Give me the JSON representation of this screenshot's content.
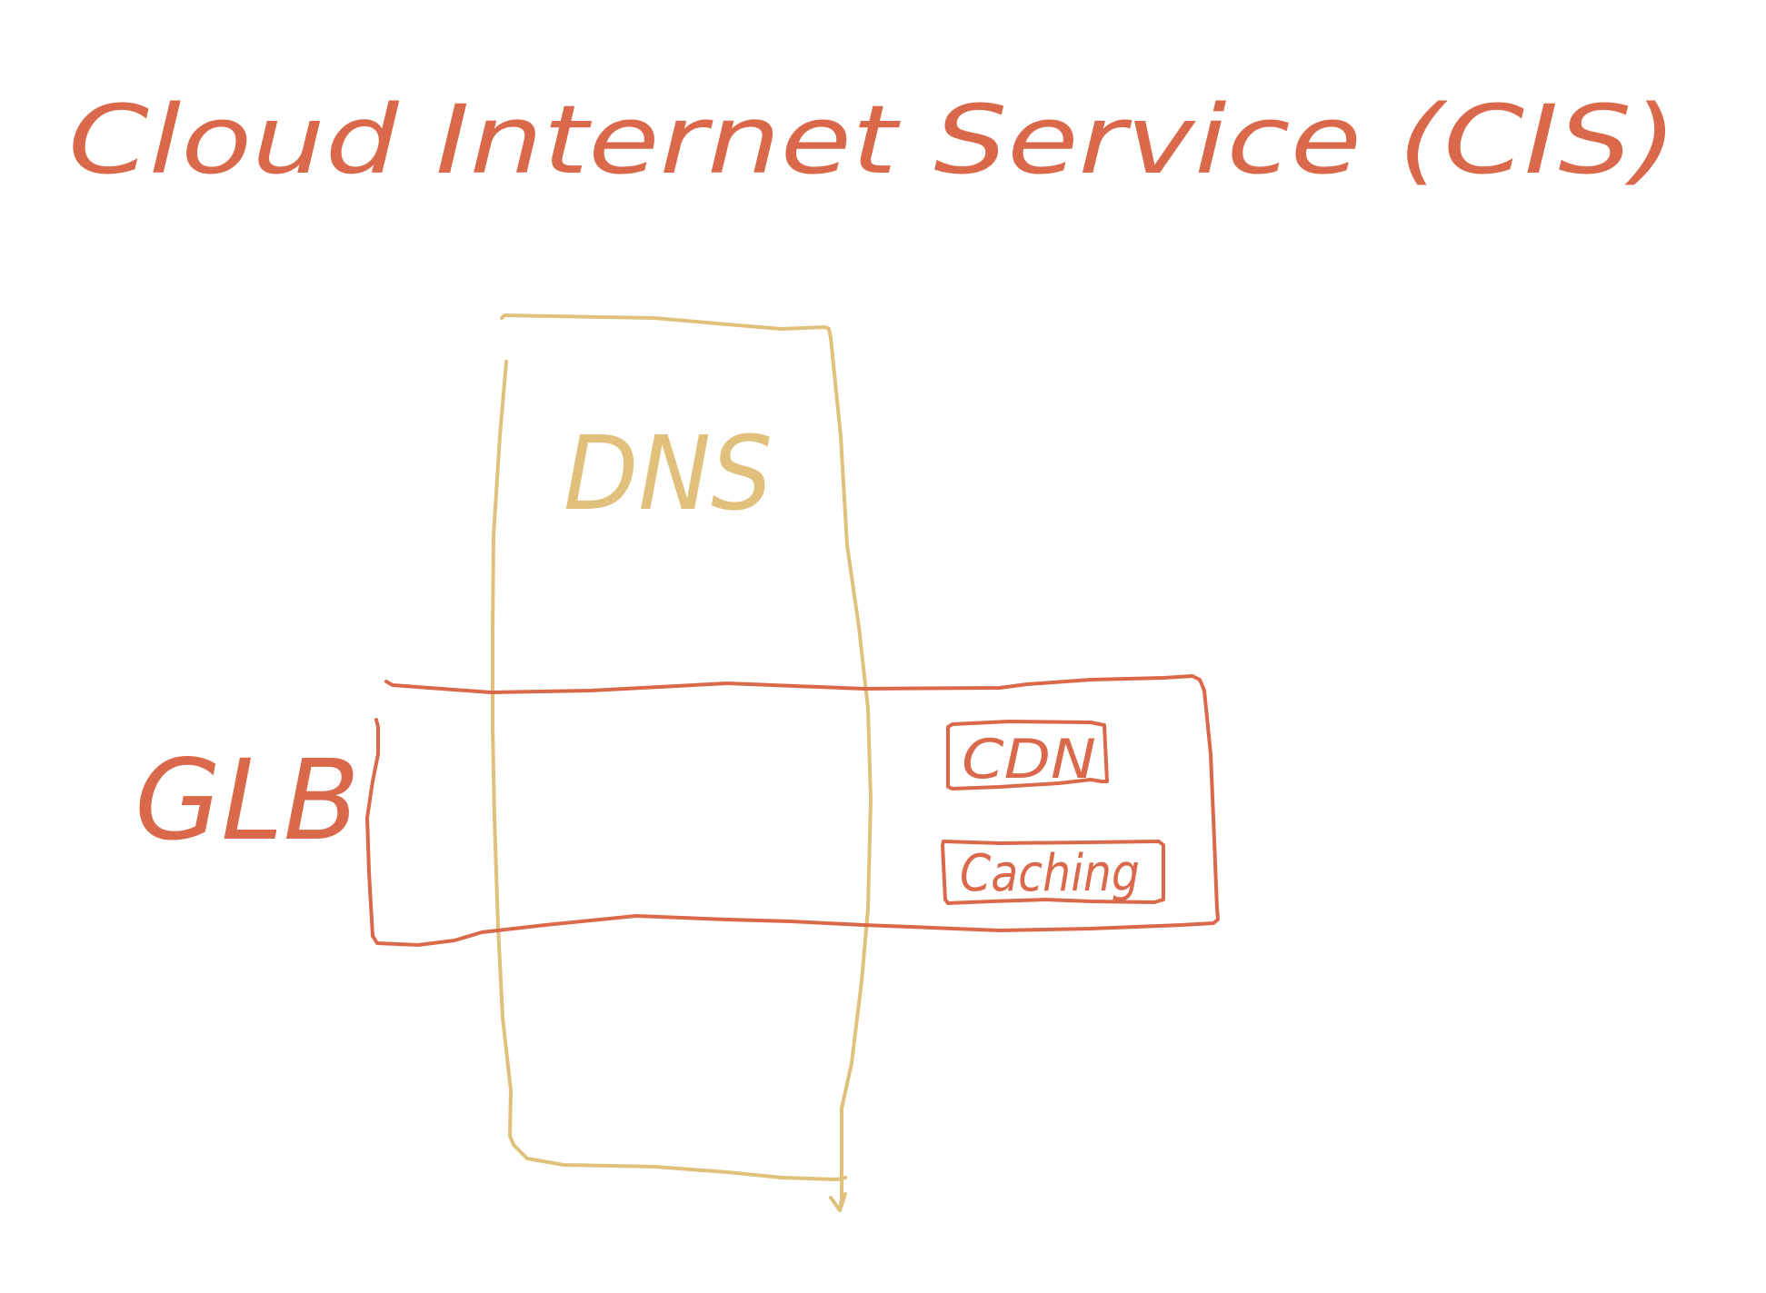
{
  "title": "Cloud Internet Service (CIS)",
  "labels": {
    "dns": "DNS",
    "glb": "GLB",
    "cdn": "CDN",
    "caching": "Caching"
  },
  "colors": {
    "title": "#d9694a",
    "dns": "#e0c07a",
    "glb": "#d9694a",
    "background": "#ffffff"
  }
}
